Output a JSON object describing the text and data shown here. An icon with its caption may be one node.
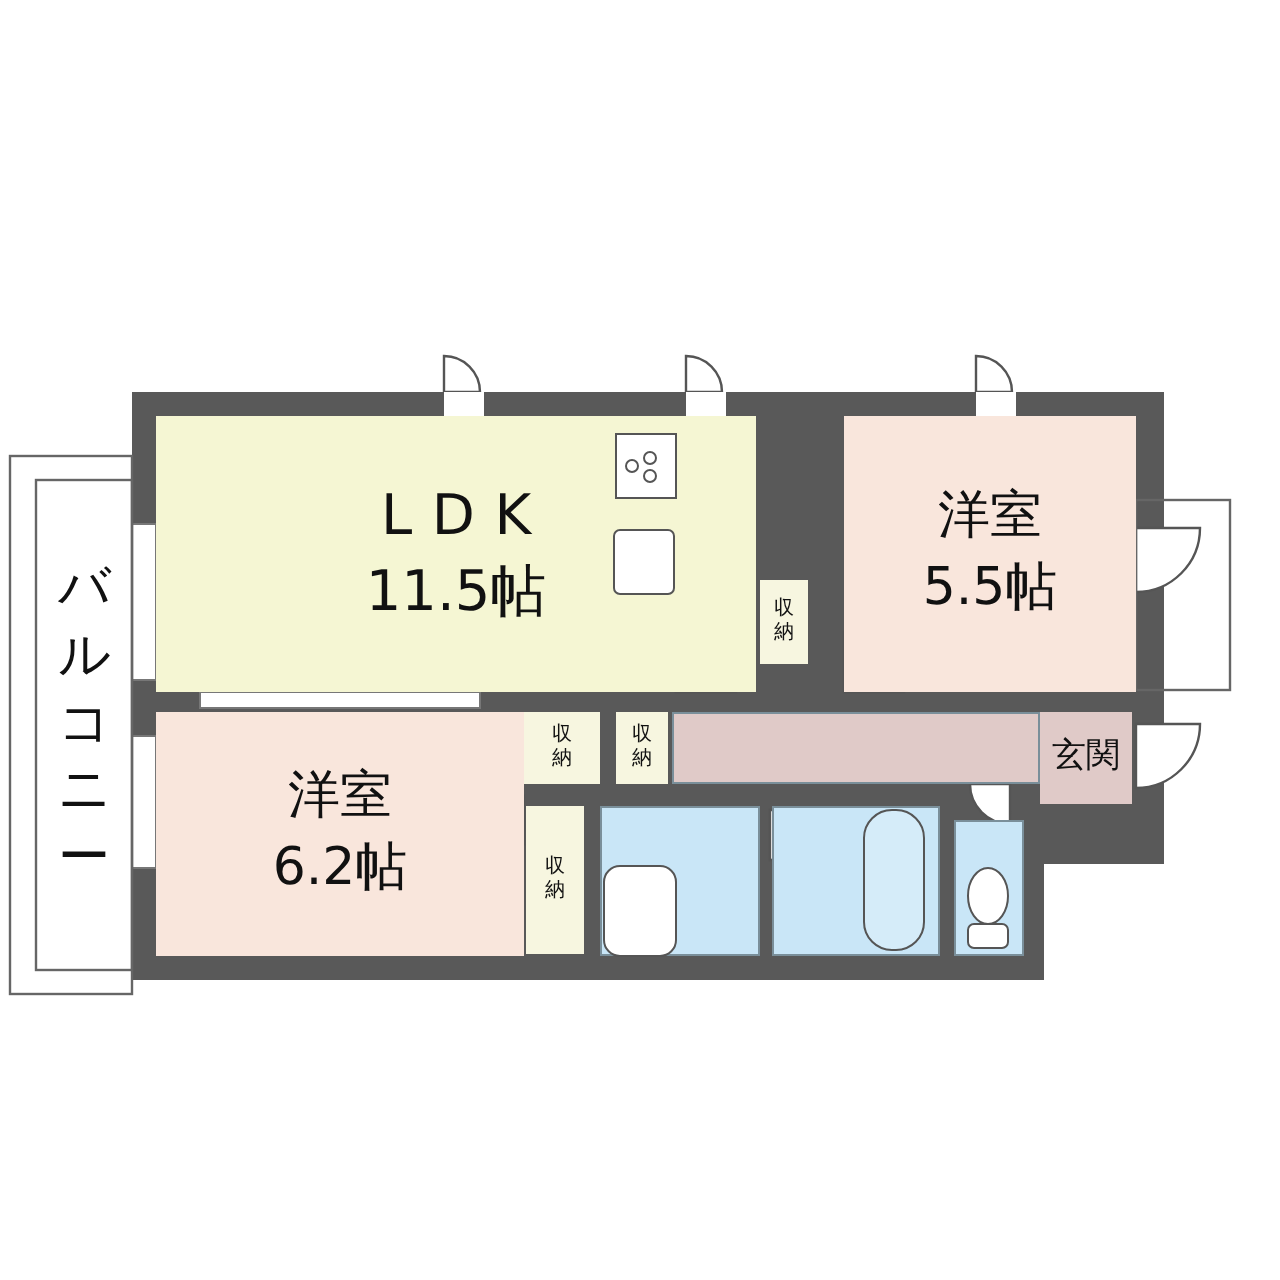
{
  "diagram": {
    "nodes": [
      {
        "text": [
          "LDK",
          "11.5帖"
        ]
      },
      {
        "text": [
          "洋室",
          "5.5帖"
        ]
      },
      {
        "text": [
          "収納"
        ]
      },
      {
        "text": [
          "収納"
        ]
      },
      {
        "text": [
          "収納"
        ]
      },
      {
        "text": [
          "玄関"
        ]
      },
      {
        "text": [
          "洋室",
          "6.2帖"
        ]
      },
      {
        "text": [
          "収納"
        ]
      },
      {
        "text": [],
        "shape": "box"
      },
      {
        "text": [],
        "shape": "box"
      },
      {
        "text": [],
        "shape": "box"
      },
      {
        "text": [],
        "shape": "box"
      },
      {
        "text": [
          "バルコニー"
        ]
      }
    ],
    "edges": []
  }
}
